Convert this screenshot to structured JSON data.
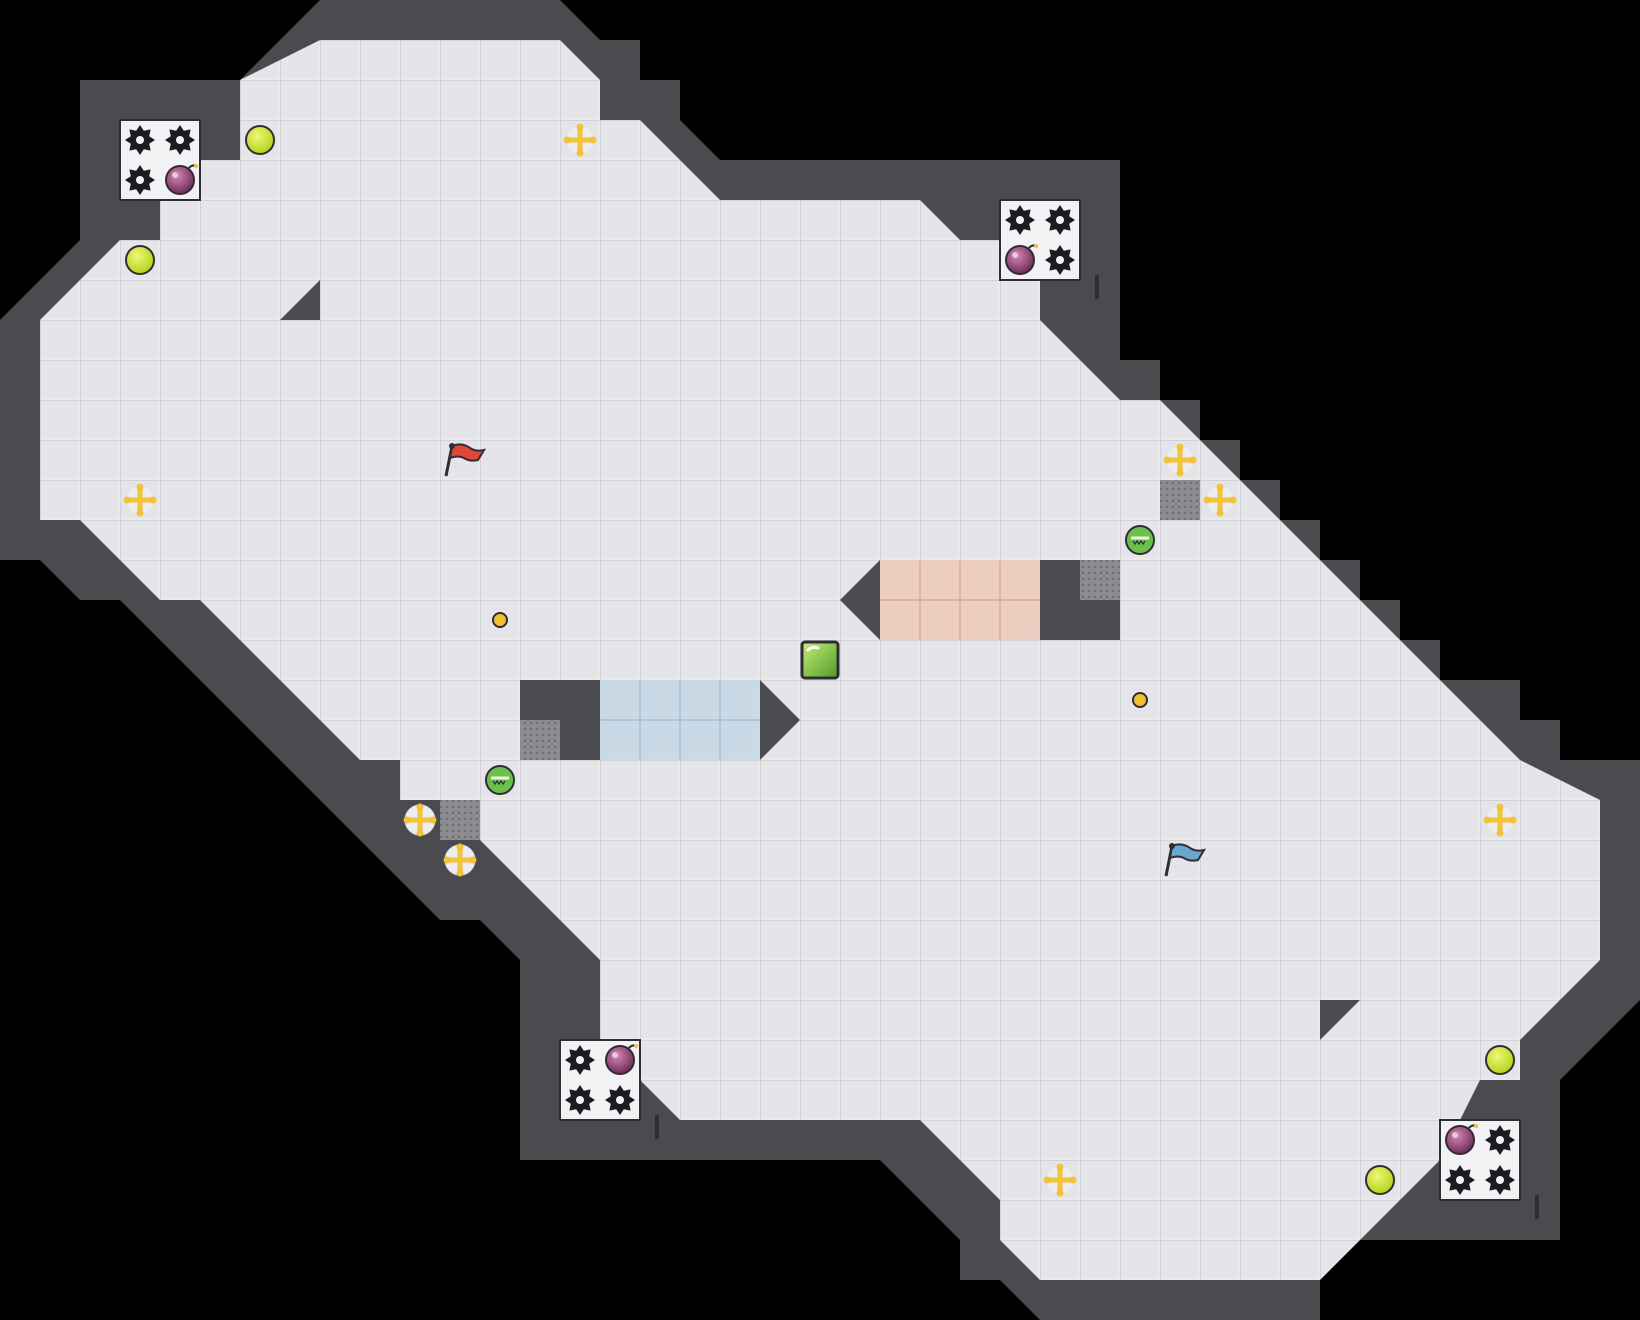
{
  "game": {
    "mode": "capture-the-flag",
    "colors": {
      "wall": "#4a4a4f",
      "floor": "#e5e5e9",
      "grid": "#d4d4da",
      "red_team_zone": "#eecbbd",
      "blue_team_zone": "#c5d8e6",
      "red_flag": "#e0473a",
      "blue_flag": "#6aa7cc",
      "boost": "#f2c33a",
      "powerup": "#cbe22b",
      "bomb": "#8a3d70",
      "gate_button": "#6bbf4b",
      "portal": "#7fc33a"
    },
    "icons": {
      "spike": "spike-icon",
      "bomb": "bomb-icon",
      "boost": "speed-boost-icon",
      "powerup": "powerup-icon",
      "flag": "flag-icon",
      "gate_button": "gate-button-icon",
      "portal": "portal-icon",
      "vent": "gate-vent-icon"
    },
    "flags": [
      {
        "team": "red",
        "color": "#e0473a"
      },
      {
        "team": "blue",
        "color": "#6aa7cc"
      }
    ],
    "team_zones": [
      {
        "team": "red",
        "color": "#eecbbd"
      },
      {
        "team": "blue",
        "color": "#c5d8e6"
      }
    ]
  }
}
